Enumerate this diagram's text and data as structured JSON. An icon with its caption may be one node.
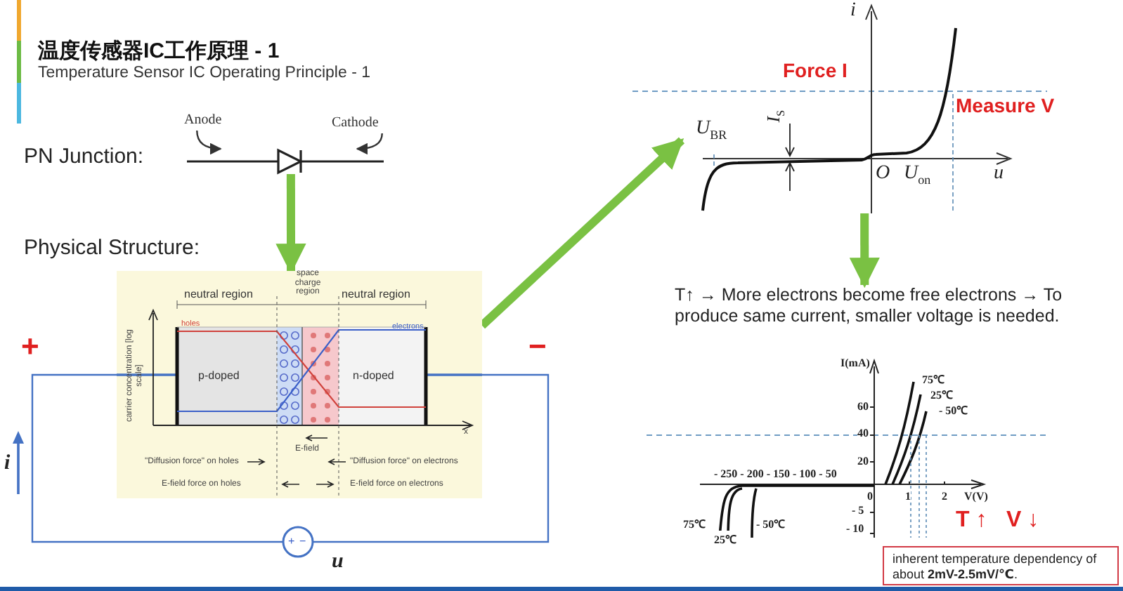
{
  "diagram": {
    "title": "温度传感器IC工作原理 - 1",
    "nodes": [
      {
        "text": [
          "Anode"
        ]
      },
      {
        "text": [
          "Cathode"
        ]
      },
      {
        "text": [],
        "shape": "picture"
      },
      {
        "text": [
          "neutral region",
          "space charge region",
          "neutral region",
          "holes",
          "electrons",
          "p-doped",
          "n-doped",
          "carrier concentration [log scale]",
          "x",
          "E-field",
          "\"Diffusion force\" on holes",
          "\"Diffusion force\" on electrons",
          "E-field force on holes",
          "E-field force on electrons"
        ]
      },
      {
        "text": [
          "i",
          "*U*$_{BR}$",
          "*I*$_{S}$",
          "O",
          "*U*$_{on}$",
          "u"
        ]
      },
      {
        "text": [
          "T↑ → More electrons become free electrons → To produce same current, smaller voltage is needed."
        ]
      },
      {
        "text": [
          "I(mA)",
          "75℃",
          "25℃",
          "- 50℃",
          "60",
          "40",
          "20",
          "- 250 - 200 - 150 - 100 - 50",
          "0",
          "1",
          "2",
          "V(V)",
          "- 5",
          "- 10",
          "75℃",
          "25℃",
          "- 50℃"
        ]
      },
      {
        "text": [
          "inherent temperature dependency of about **2mV-2.5mV/℃**."
        ]
      },
      {
        "text": [
          "+",
          "−"
        ]
      }
    ],
    "edges": [
      {
        "from": 0,
        "to": 2,
        "arrow": "to",
        "color": "#333333"
      },
      {
        "from": 1,
        "to": 2,
        "arrow": "to",
        "color": "#333333"
      },
      {
        "from": 2,
        "to": 3,
        "arrow": "to",
        "style": "thick",
        "color": "#7ac143"
      },
      {
        "from": 3,
        "to": 4,
        "arrow": "to",
        "style": "thick",
        "color": "#7ac143"
      },
      {
        "from": 4,
        "to": 5,
        "arrow": "to",
        "style": "thick",
        "color": "#7ac143"
      },
      {
        "from": 8,
        "to": 3,
        "arrow": "none",
        "color": "#4472c4"
      },
      {
        "from": 3,
        "to": 8,
        "arrow": "none",
        "color": "#4472c4"
      }
    ],
    "labels": [
      "Temperature Sensor IC Operating Principle - 1",
      "PN Junction:",
      "Physical Structure:",
      "+",
      "−",
      "i",
      "u",
      "Force I",
      "Measure V",
      "T ↑",
      "V ↓"
    ]
  }
}
